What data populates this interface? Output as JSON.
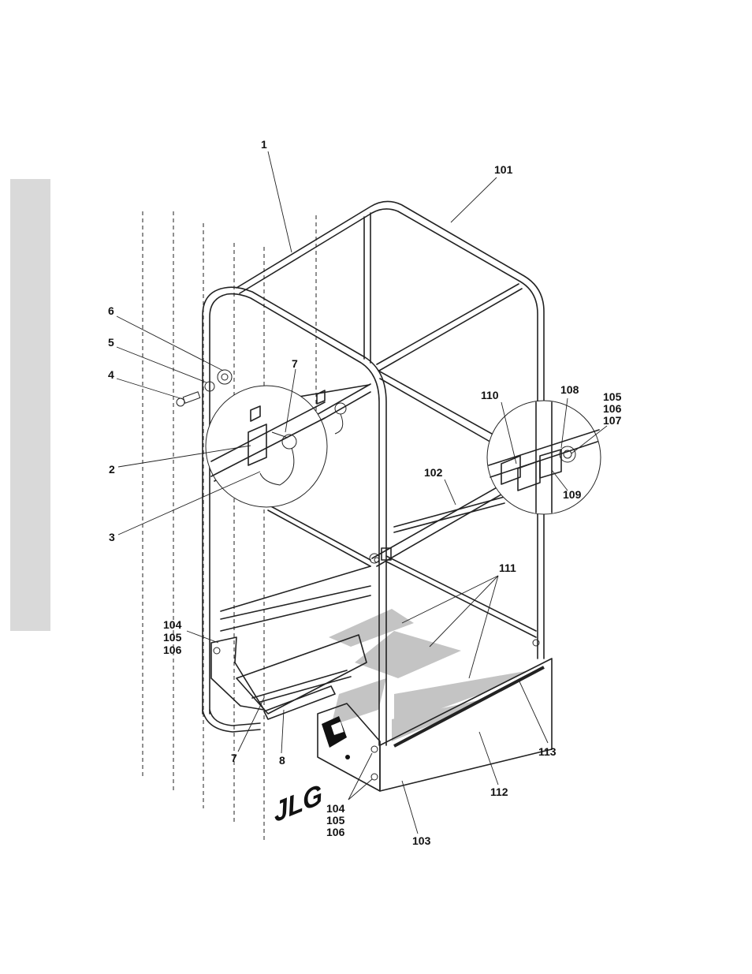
{
  "figure": {
    "callouts": {
      "c1": "1",
      "c2": "2",
      "c3": "3",
      "c4": "4",
      "c5": "5",
      "c6": "6",
      "c7a": "7",
      "c7b": "7",
      "c8": "8",
      "c101": "101",
      "c102": "102",
      "c103": "103",
      "c104a": "104",
      "c105a": "105",
      "c106a": "106",
      "c104b": "104",
      "c105b": "105",
      "c106b": "106",
      "c105c": "105",
      "c106c": "106",
      "c107": "107",
      "c108": "108",
      "c109": "109",
      "c110": "110",
      "c111": "111",
      "c112": "112",
      "c113": "113"
    },
    "brand_decal": "JLG",
    "colors": {
      "side_tab": "#d9d9d9",
      "tread": "#c4c4c4",
      "line": "#222222"
    },
    "icons": [
      "jlg-logo-icon",
      "ground-decal-icon"
    ]
  }
}
